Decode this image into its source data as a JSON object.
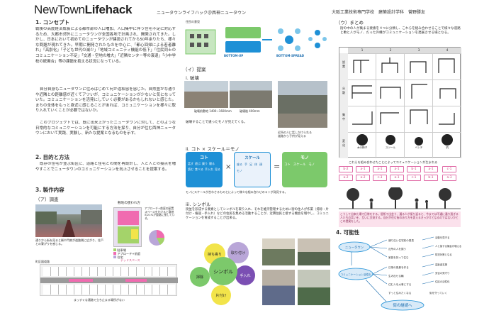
{
  "header": {
    "title_regular": "NewTown",
    "title_bold": "Lifehack",
    "subtitle": "ニュータウンライフハック＠西神ニュータウン",
    "school": "大阪工業技術専門学校　建築設計学科　菅野勝友"
  },
  "concept": {
    "heading": "1. コンセプト",
    "para1": "戦後の高度経済成長による都市部の人口増加、人口集中に伴う住宅不足に対応するため、大都市郊外にニュータウンが全国各地で計画され、開発されてきた。しかし、日本において初めてのニュータウンが建設されてから50年余りたち、様々な問題が現れてきた。早期に開発されたものを中心に、「都心回帰による若者離れ」「高齢化」「子ども世代の減少」「地域コミュニティ機能の低下」「住民同士のコミュニケーション不足」「交通・空地の増大」「近隣センター等の衰退」「小中学校の統廃合」等の課題を抱える状況になっている。",
    "para2": "自分自身もニュータウンに住みはじめて何か違和感を感じた。自然豊かな通りや近隣との距離感が近くてアツいが、コミュニケーションが少ないと気になっていた。コミュニケーションを活発にしていく必要があるかもしれないと感じた。まちの全体をもっと身近に感じることがあれば、コミュニケーションを様々に取り入れていくことが必要ではないか。",
    "para3": "このプロジェクトでは、既に出来上がったニュータウンに対して、どのような日常的なコミュニケーションを可能にする方法を探り、自分が住む西神ニュータウンにおいて実践、実験し、新たな提案となるものを示す。"
  },
  "aim": {
    "heading": "2. 目的と方法",
    "text": "既存の住宅が並ぶ街区に、道路と住宅との間を再設計し、人と人との接点を増やすことでニュータウンのコミュニケーションを向上させることを提案する。"
  },
  "survey": {
    "heading": "3. 製作内容",
    "sub": "（ア）調査",
    "photo_cap": "通りから街を見ると稀や門扉が道路側に広がり、住戸との繋がりを感じる。",
    "usage_title": "敷地の使われ方",
    "usage_note": "アプローチ+前庭の配置スペースをかけると敷地の21%が道路に接している。",
    "legend": [
      "駐車場",
      "アプローチ+前庭",
      "住宅"
    ],
    "plan_label": "町区図道路",
    "plan_tag": "デッドスペース",
    "plan_cap": "まっすぐな通路で立ち止まる場所がない"
  },
  "proposal": {
    "top_label": "住民の意見",
    "flow1": "BOTTOM-UP",
    "flow2": "BOTTOM-SPREAD",
    "sub": "（イ）提案",
    "s1": "i. 破壊",
    "s1_caps": [
      "破壊前敷地 1400~1600mm",
      "破壊後 400mm"
    ],
    "s1_cap": "破壊することで違ったモノが見えてくる。",
    "s1_cap2": "近所の人に話しかけられる\n道路から子供が見える",
    "s2": "ii. コト × スケール＝モノ",
    "koto_title": "コト",
    "koto_words": [
      "話す",
      "遊ぶ",
      "買う",
      "寝る",
      "読む",
      "食べる",
      "手入れ",
      "見る"
    ],
    "scale_title": "スケール",
    "scale_words": [
      "座る",
      "手",
      "足",
      "体",
      "顔",
      "モノ"
    ],
    "mono_title": "モノ",
    "mono_words": [
      "コト",
      "スケール",
      "モノ"
    ],
    "s2_cap": "モノにスケールが合わさるものとによって様々な組み合わせのコトが発見する。",
    "s3": "iii. シンボル",
    "s3_text": "街並を形成する要素としてシンボルを取り入れ、それを維持管理するために街の住人が作業（掃除・片付け・植栽・手入れ）などの住民を集める活動することが、近隣住民と接する機会を増やし、コミュニケーションを育成することが出来る。",
    "symbol_center": "シンボル",
    "symbol_items": [
      "持ち寄り",
      "取り付け",
      "手入れ",
      "片付け",
      "掃除"
    ]
  },
  "summary": {
    "sub": "（ウ）まとめ",
    "text": "街の中の人が集まる要素を４つに分類し、これらを組み合わせることで様々な道路と敷と人がモノ、だった外構がコミュニケーションを発展させる場となる。",
    "cols": [
      "1",
      "2",
      "3",
      "4"
    ],
    "rows": [
      "設\n置",
      "分\n散",
      "集\n中",
      "変\n化"
    ],
    "cells": [
      "木の椅子",
      "スツール",
      "ベンチ",
      "机"
    ],
    "cap": "これらを組み合わせたことによってコミュニケーションが生まれる",
    "tags": [
      "b-2",
      "a-1",
      "a-1",
      "a-1",
      "b-1",
      "a-1",
      "c-1",
      "a-2",
      "a-2",
      "c-3",
      "a-1",
      "c-1",
      "b-1",
      "a-3"
    ],
    "pink_note": "こうして出来た場で日常をする。個所で出会う、通る人が振り返ると、今までは不通に通り過ぎる人たちの笑いを、互いに交流する。自分が住む街のあり方を変えるきっかけとなるのではないかとこの提案をした。"
  },
  "possibility": {
    "heading": "4. 可能性",
    "nodes": [
      "ニュータウン",
      "コミュニケーション活性化",
      "日常の風景を作る",
      "街の継続へ"
    ],
    "branches": [
      "通り沿い住宅前の発見",
      "近所の人を誘う",
      "家族を持って住む",
      "生み出せる輪",
      "住む人を大事にする"
    ],
    "side": [
      "活動を見守る",
      "人と接する機会が増える",
      "防犯対策となる",
      "高齢者支援",
      "安否の見守り",
      "住民の活性化",
      "ずっと住みたくなる",
      "街を守っていく"
    ]
  },
  "colors": {
    "pink": "#d0457f",
    "green": "#7cc96b",
    "blue": "#1e90d6",
    "yellow": "#f2e44a",
    "purple": "#7b4fb3",
    "lavender": "#b9a6d8"
  }
}
